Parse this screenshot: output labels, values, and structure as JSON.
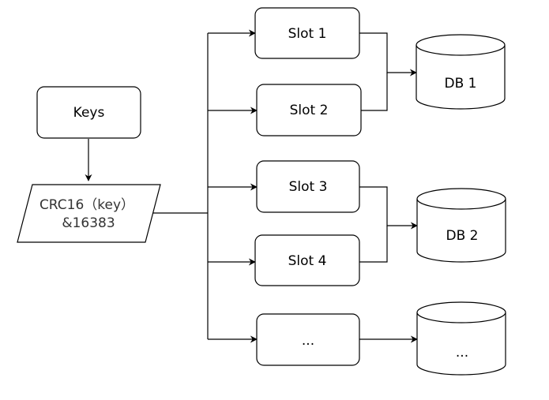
{
  "keys": {
    "label": "Keys"
  },
  "hash": {
    "line1": "CRC16（key）",
    "line2": "&16383"
  },
  "slots": [
    {
      "label": "Slot 1"
    },
    {
      "label": "Slot 2"
    },
    {
      "label": "Slot 3"
    },
    {
      "label": "Slot 4"
    },
    {
      "label": "..."
    }
  ],
  "databases": [
    {
      "label": "DB 1"
    },
    {
      "label": "DB 2"
    },
    {
      "label": "..."
    }
  ],
  "colors": {
    "stroke": "#000000",
    "fill": "#ffffff",
    "hash_text": "#333333"
  }
}
